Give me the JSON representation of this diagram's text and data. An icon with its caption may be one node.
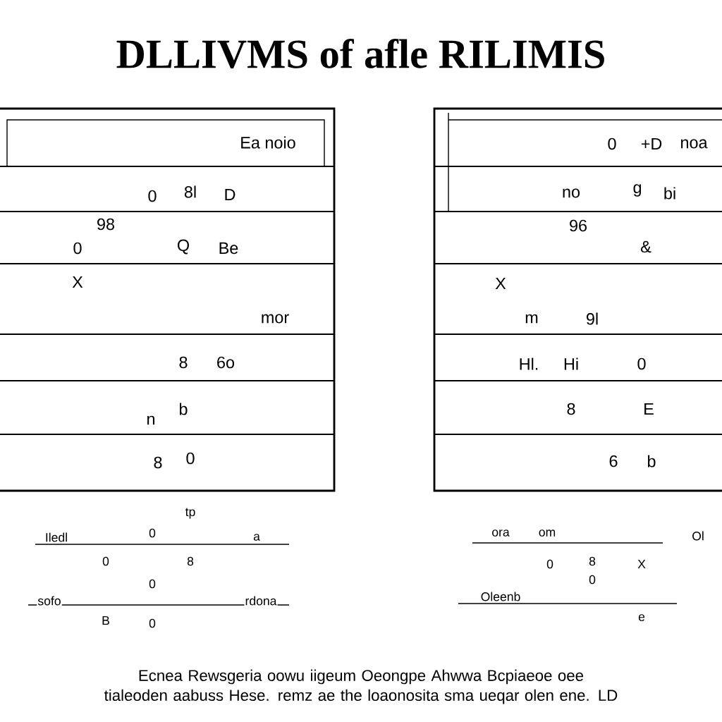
{
  "diagram": {
    "title": "DLLIVMS of afle RILIMIS",
    "labels": [
      "Ea noio",
      "0",
      "8l",
      "D",
      "98",
      "0",
      "Q",
      "Be",
      "X",
      "mor",
      "8",
      "6o",
      "n",
      "b",
      "8",
      "0",
      "0",
      "+D",
      "noa",
      "no",
      "g",
      "bi",
      "96",
      "&",
      "X",
      "m",
      "9l",
      "Hl.",
      "Hi",
      "0",
      "8",
      "E",
      "6",
      "b",
      "Iledl",
      "0",
      "tp",
      "0",
      "8",
      "a",
      "sofo",
      "0",
      "rdona",
      "B",
      "0",
      "ora",
      "om",
      "0",
      "8",
      "X",
      "Ol",
      "Oleenb",
      "0",
      "e"
    ],
    "caption": "Ecnea Rewsgeria oowu iigeum Oeongpe Ahwwa Bcpiaeoe oee tialeoden aabuss Hese. remz ae the loaonosita sma ueqar olen ene. LD"
  }
}
